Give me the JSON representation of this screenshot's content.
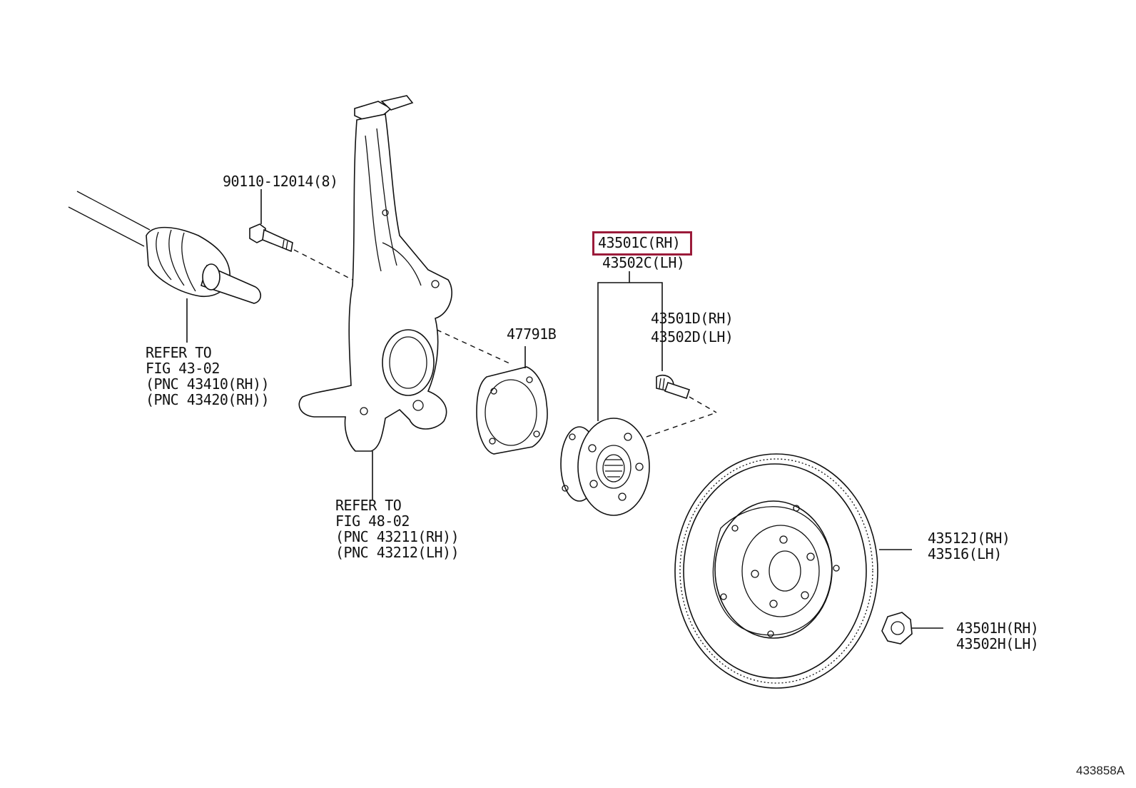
{
  "callouts": {
    "bolt": "90110-12014(8)",
    "refer_shaft": [
      "REFER TO",
      "FIG 43-02",
      "(PNC 43410(RH))",
      "(PNC 43420(RH))"
    ],
    "refer_knuckle": [
      "REFER TO",
      "FIG 48-02",
      "(PNC 43211(RH))",
      "(PNC 43212(LH))"
    ],
    "gasket": "47791B",
    "hub_rh": "43501C(RH)",
    "hub_lh": "43502C(LH)",
    "stud_rh": "43501D(RH)",
    "stud_lh": "43502D(LH)",
    "disc_rh": "43512J(RH)",
    "disc_lh": "43516(LH)",
    "nut_rh": "43501H(RH)",
    "nut_lh": "43502H(LH)"
  },
  "figure_id": "433858A",
  "highlight_color": "#9b1b3a"
}
